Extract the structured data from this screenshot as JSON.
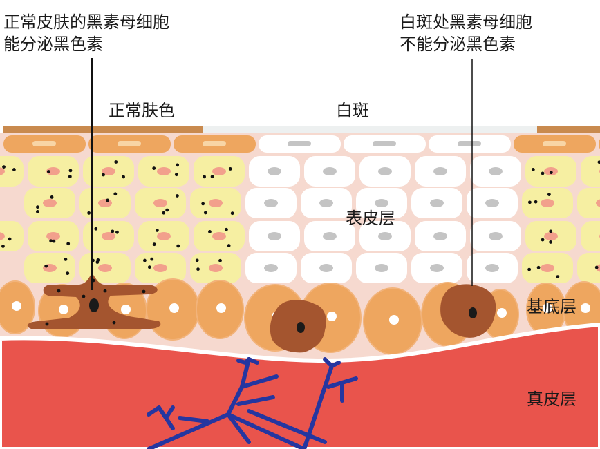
{
  "labels": {
    "normal_melanocyte_line1": "正常皮肤的黑素母细胞",
    "normal_melanocyte_line2": "能分泌黑色素",
    "vitiligo_melanocyte_line1": "白斑处黑素母细胞",
    "vitiligo_melanocyte_line2": "不能分泌黑色素",
    "normal_skin": "正常肤色",
    "vitiligo": "白斑",
    "epidermis": "表皮层",
    "basal_layer": "基底层",
    "dermis": "真皮层"
  },
  "colors": {
    "surface": "#c98a4e",
    "surface_vitiligo": "#edf0f0",
    "epidermis_bg": "#f6d9cf",
    "normal_cell": "#f6efa2",
    "normal_nucleus": "#f2a08c",
    "white_cell": "#ffffff",
    "white_nucleus": "#c4c4c4",
    "basal_cell": "#eea65f",
    "melanocyte": "#a4552f",
    "dermis": "#e9544c",
    "vessel": "#2536a0"
  }
}
